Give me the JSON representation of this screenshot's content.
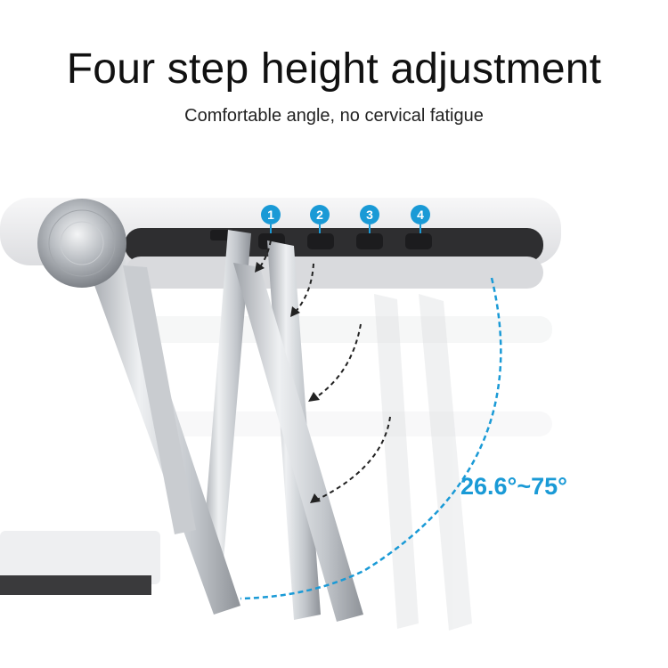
{
  "header": {
    "title": "Four step height adjustment",
    "subtitle": "Comfortable angle, no cervical fatigue"
  },
  "steps": [
    {
      "label": "1"
    },
    {
      "label": "2"
    },
    {
      "label": "3"
    },
    {
      "label": "4"
    }
  ],
  "angle_range": "26.6°~75°",
  "colors": {
    "accent": "#1a9ad6",
    "arrow": "#222222",
    "metal": "#d5d8dc",
    "slot": "#2e2e30"
  }
}
